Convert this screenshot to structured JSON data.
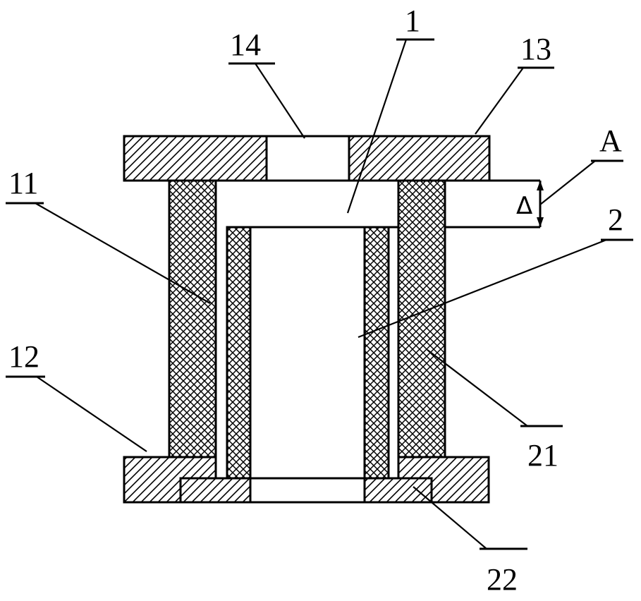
{
  "diagram": {
    "labels": {
      "part_1": "1",
      "part_2": "2",
      "part_11": "11",
      "part_12": "12",
      "part_13": "13",
      "part_14": "14",
      "part_21": "21",
      "part_22": "22",
      "detail_a": "A",
      "gap_delta": "Δ"
    },
    "colors": {
      "line": "#000000",
      "background": "#ffffff"
    }
  }
}
